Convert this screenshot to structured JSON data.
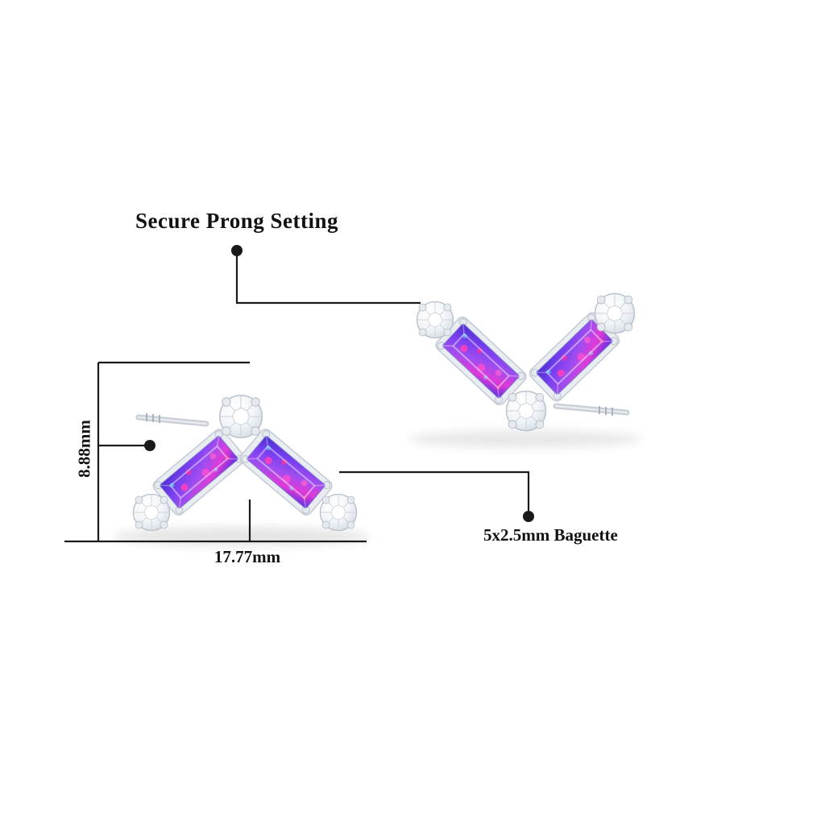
{
  "page": {
    "background_color": "#ffffff",
    "description_labels": {
      "prong_setting": "Secure Prong Setting",
      "height_dimension": "8.88mm",
      "width_dimension": "17.77mm",
      "baguette_size": "5x2.5mm Baguette"
    }
  },
  "colors": {
    "annotation_line": "#1a1a1a",
    "label_text": "#121212",
    "metal_silver": "#d3d8df",
    "metal_edge": "#b9c1cb",
    "opal_blue": "#4a2fd0",
    "opal_purple": "#7b3ff0",
    "opal_violet": "#a04df0",
    "opal_magenta": "#e03ad8",
    "opal_pink_fleck": "#ff3fc0",
    "opal_cyan_fleck": "#46e0ff",
    "diamond_white": "#ffffff"
  },
  "product": {
    "items": [
      {
        "name": "earring-front-view",
        "shape": "chevron",
        "stones": "2 opal baguettes, 3 round diamonds"
      },
      {
        "name": "earring-angled-view",
        "shape": "chevron",
        "stones": "2 opal baguettes, 3 round diamonds"
      }
    ]
  }
}
